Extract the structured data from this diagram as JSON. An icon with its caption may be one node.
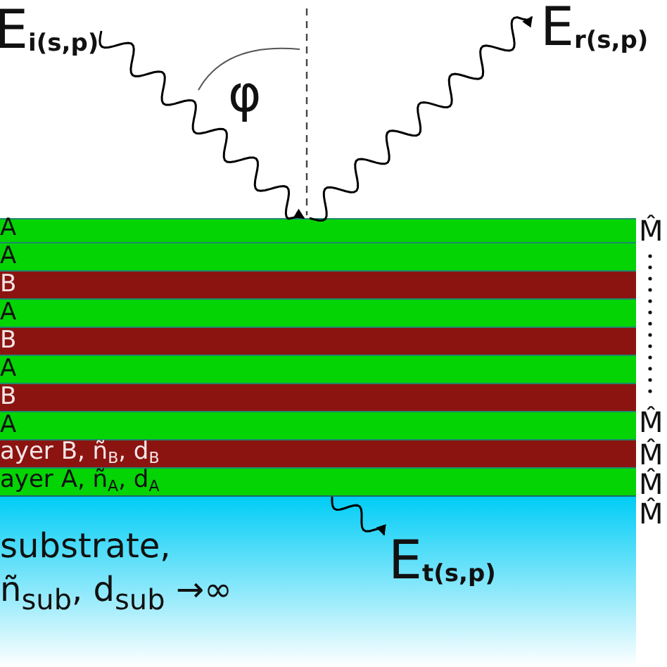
{
  "diagram": {
    "nodes": [
      {
        "text": [
          "E$_{i(s,p)}$"
        ]
      },
      {
        "text": [
          "E$_{r(s,p)}$"
        ]
      },
      {
        "text": [
          "A"
        ]
      },
      {
        "text": [
          "A"
        ]
      },
      {
        "text": [
          "B"
        ]
      },
      {
        "text": [
          "A"
        ]
      },
      {
        "text": [
          "B"
        ]
      },
      {
        "text": [
          "A"
        ]
      },
      {
        "text": [
          "B"
        ]
      },
      {
        "text": [
          "A"
        ]
      },
      {
        "text": [
          "ayer B, ñ$_{B}$, d$_{B}$"
        ]
      },
      {
        "text": [
          "ayer A, ñ$_{A}$, d$_{A}$"
        ]
      },
      {
        "text": [
          "substrate, ñ$_{sub}$, d$_{sub}$ →∞"
        ]
      },
      {
        "text": [
          "E$_{t(s,p)}$"
        ],
        "in": 12
      }
    ],
    "edges": [
      {
        "from": 0,
        "to": 2,
        "arrow": "to"
      },
      {
        "from": 2,
        "to": 1,
        "arrow": "to"
      },
      {
        "from": 11,
        "to": 13,
        "arrow": "to"
      }
    ],
    "labels": [
      "φ",
      "M̂",
      "M̂",
      "M̂",
      "M̂",
      "M̂"
    ]
  }
}
